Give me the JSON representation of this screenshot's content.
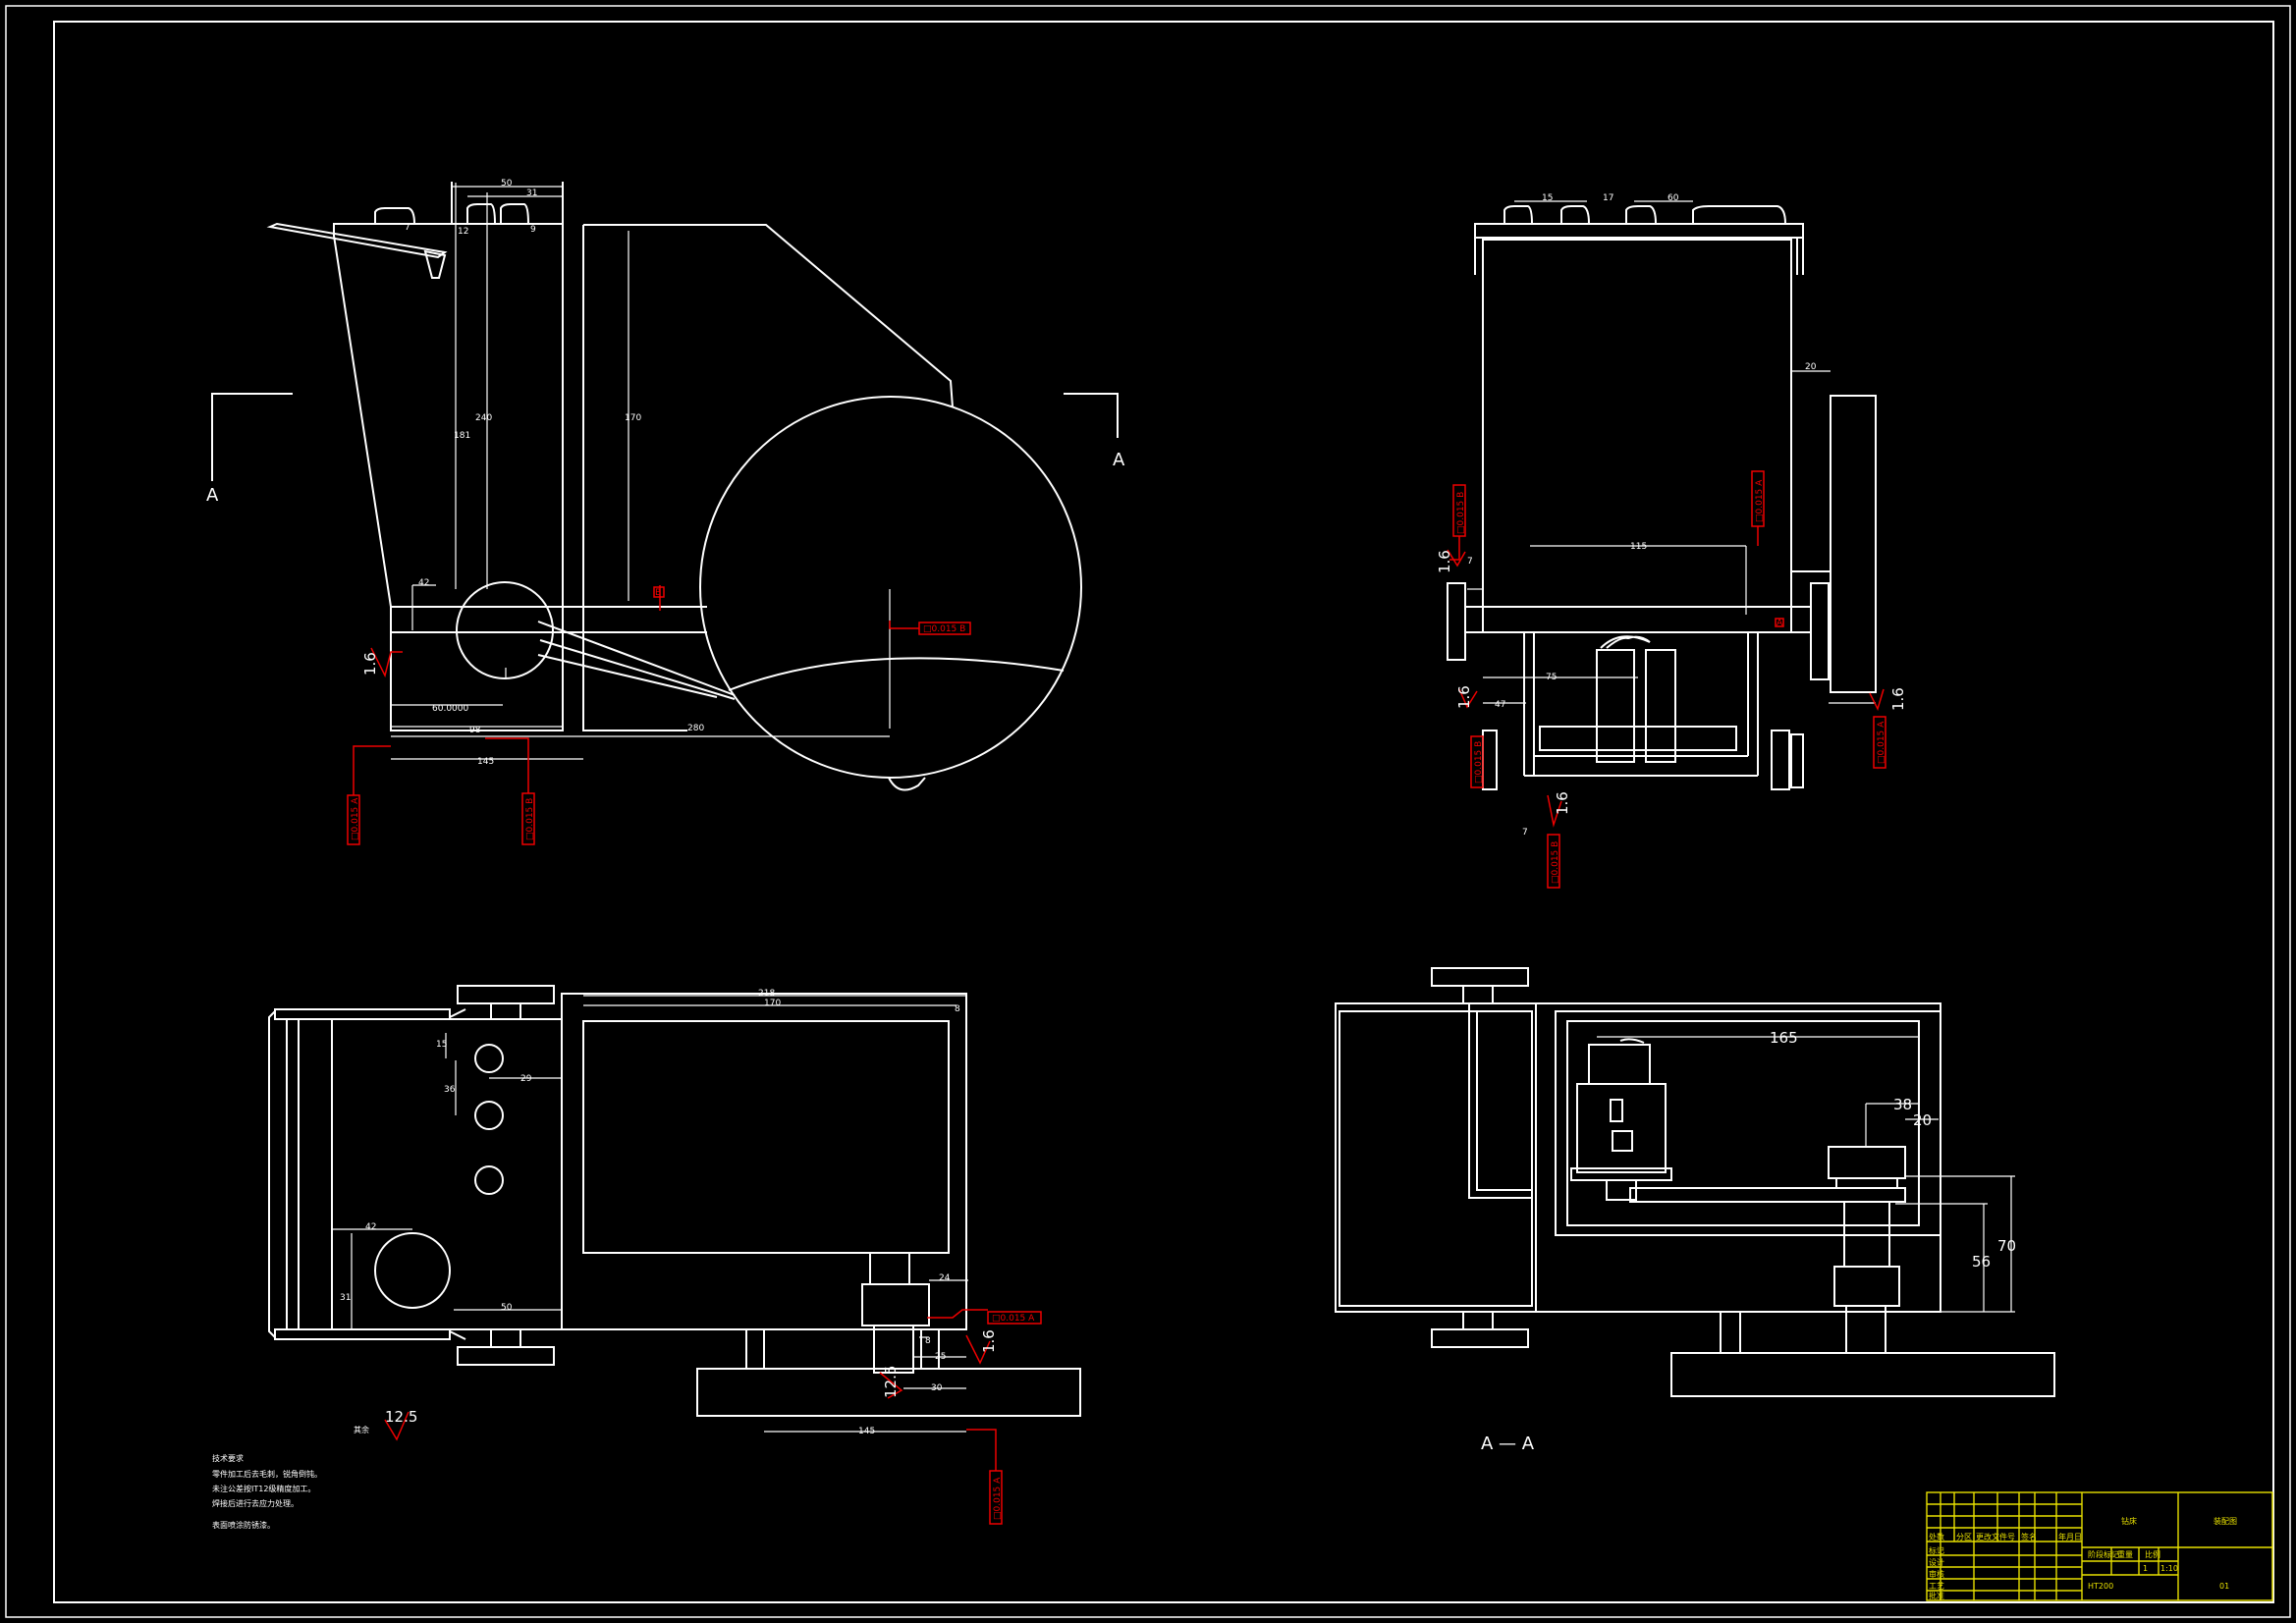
{
  "section_labels": {
    "left_cut_label": "A",
    "right_cut_label": "A",
    "section_view_title": "A — A"
  },
  "tolerance_frames": [
    "□0.015 B",
    "□0.015 A",
    "□0.015 B",
    "□0.015 B",
    "□0.015 A",
    "□0.015 A",
    "□0.015 B",
    "□0.015 B",
    "□0.015 A"
  ],
  "surface_finish": [
    "1.6",
    "1.6",
    "1.6",
    "1.6",
    "1.6",
    "1.6",
    "12.5"
  ],
  "dimensions_top_left": [
    "50",
    "31",
    "12",
    "9",
    "7",
    "240",
    "181",
    "170",
    "42",
    "60.0000",
    "98",
    "145",
    "280",
    "B"
  ],
  "dimensions_top_right": [
    "15",
    "17",
    "60",
    "20",
    "115",
    "75",
    "47",
    "7",
    "A"
  ],
  "dimensions_bottom_left": [
    "218",
    "170",
    "15",
    "36",
    "29",
    "42",
    "31",
    "50",
    "24",
    "8",
    "25",
    "30",
    "145"
  ],
  "dimensions_bottom_right": [
    "165",
    "38",
    "20",
    "56",
    "70"
  ],
  "remaining_label": "其余",
  "technical_notes": {
    "heading": "技术要求",
    "lines": [
      "零件加工后去毛刺，锐角倒钝。",
      "未注公差按IT12级精度加工。",
      "焊接后进行去应力处理。",
      "表面喷涂防锈漆。"
    ]
  },
  "title_block": {
    "part_name": "钻床",
    "drawing_type": "装配图",
    "drawing_number": "01",
    "scale": "1:10",
    "quantity": "1",
    "material": "HT200",
    "rows": [
      "标记",
      "设计",
      "审核",
      "工艺",
      "批准"
    ],
    "header_cells": [
      "处数",
      "分区",
      "更改文件号",
      "签名",
      "年月日"
    ],
    "info_cells": [
      "阶段标记",
      "重量",
      "比例"
    ]
  },
  "colors": {
    "background": "#000000",
    "lines": "#ffffff",
    "annotations": "#e00000",
    "title_block": "#e8e000"
  }
}
